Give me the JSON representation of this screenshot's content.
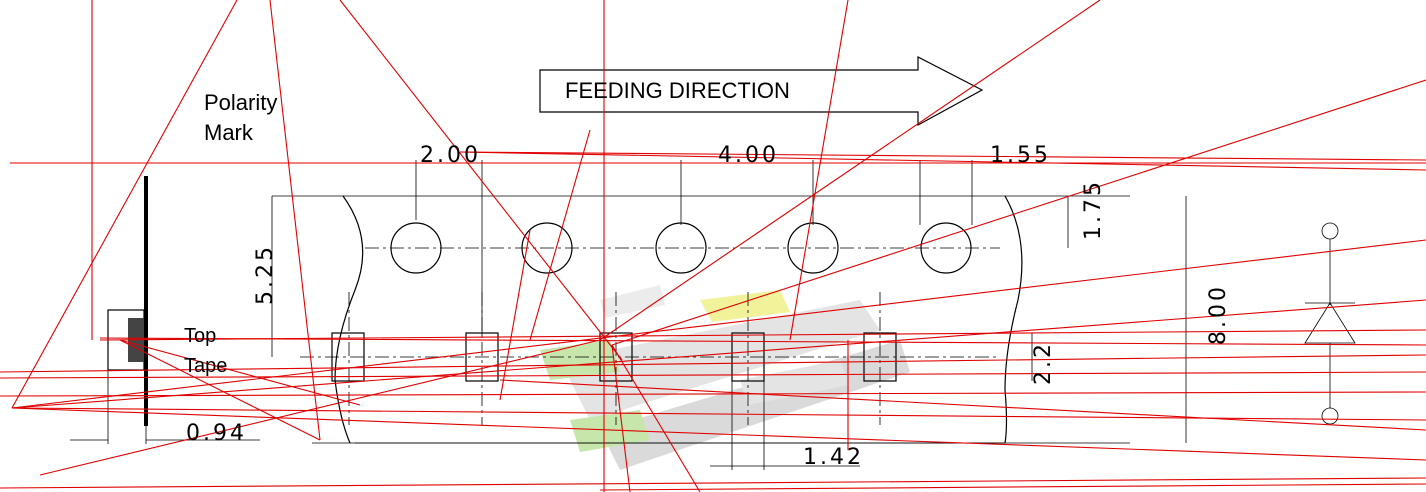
{
  "labels": {
    "feeding_direction": "FEEDING DIRECTION",
    "polarity_line1": "Polarity",
    "polarity_line2": "Mark",
    "top_tape_line1": "Top",
    "top_tape_line2": "Tape"
  },
  "dimensions": {
    "d_2_00": "2.00",
    "d_4_00": "4.00",
    "d_1_55": "1.55",
    "d_1_75": "1.75",
    "d_5_25": "5.25",
    "d_8_00": "8.00",
    "d_2_2": "2.2",
    "d_0_94": "0.94",
    "d_1_42": "1.42"
  },
  "symbol": {
    "name": "diode-symbol-icon"
  },
  "colors": {
    "outline": "#000000",
    "overlay": "#e00000",
    "watermark_gray": "#bdbdbd",
    "watermark_green": "#9bd36a",
    "watermark_yellow": "#e8e84a"
  }
}
